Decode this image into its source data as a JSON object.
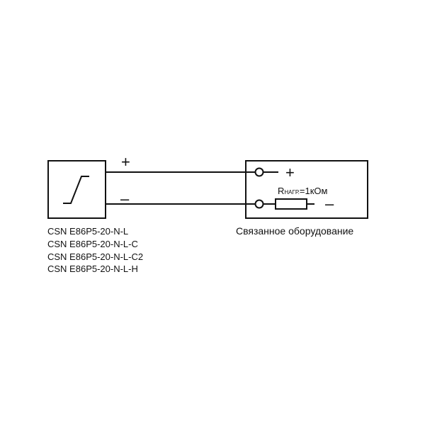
{
  "sensor": {
    "models": [
      "CSN E86P5-20-N-L",
      "CSN E86P5-20-N-L-C",
      "CSN E86P5-20-N-L-C2",
      "CSN E86P5-20-N-L-H"
    ],
    "plus_label": "+",
    "minus_label": "–"
  },
  "equipment": {
    "title": "Связанное оборудование",
    "plus_label": "+",
    "minus_label": "–",
    "resistor_label_main": "R",
    "resistor_label_sub": "НАГР.",
    "resistor_label_value": "=1кОм"
  }
}
